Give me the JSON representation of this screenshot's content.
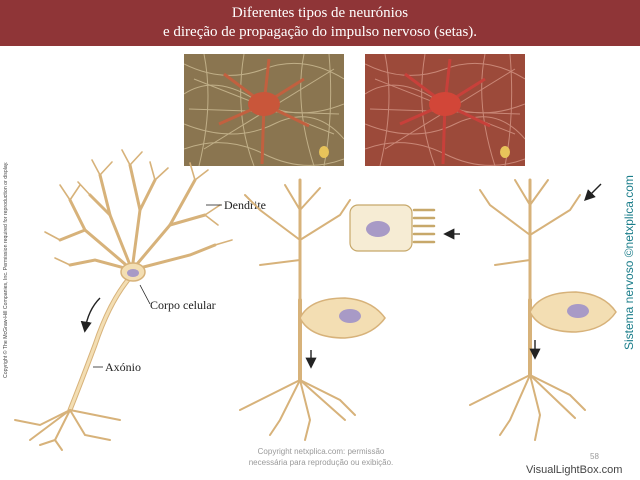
{
  "header": {
    "title_line1": "Diferentes tipos de neurónios",
    "title_line2": "e direção de propagação do impulso nervoso (setas).",
    "bg_color": "#8f3537"
  },
  "labels": {
    "dendrite": "Dendrite",
    "cell_body": "Corpo celular",
    "axon": "Axónio"
  },
  "side_copyright": "Copyright © The McGraw-Hill Companies, Inc. Permission required for reproduction or display.",
  "side_brand": "Sistema nervoso  ©netxplica.com",
  "footer": {
    "note_line1": "Copyright netxplica.com: permissão",
    "note_line2": "necessária para reprodução ou exibição.",
    "page_number": "58",
    "watermark": "VisualLightBox.com"
  },
  "colors": {
    "neuron_fill": "#f3deb3",
    "neuron_stroke": "#d7b27a",
    "nucleus": "#a89ac6",
    "brand": "#1a7d8a"
  }
}
